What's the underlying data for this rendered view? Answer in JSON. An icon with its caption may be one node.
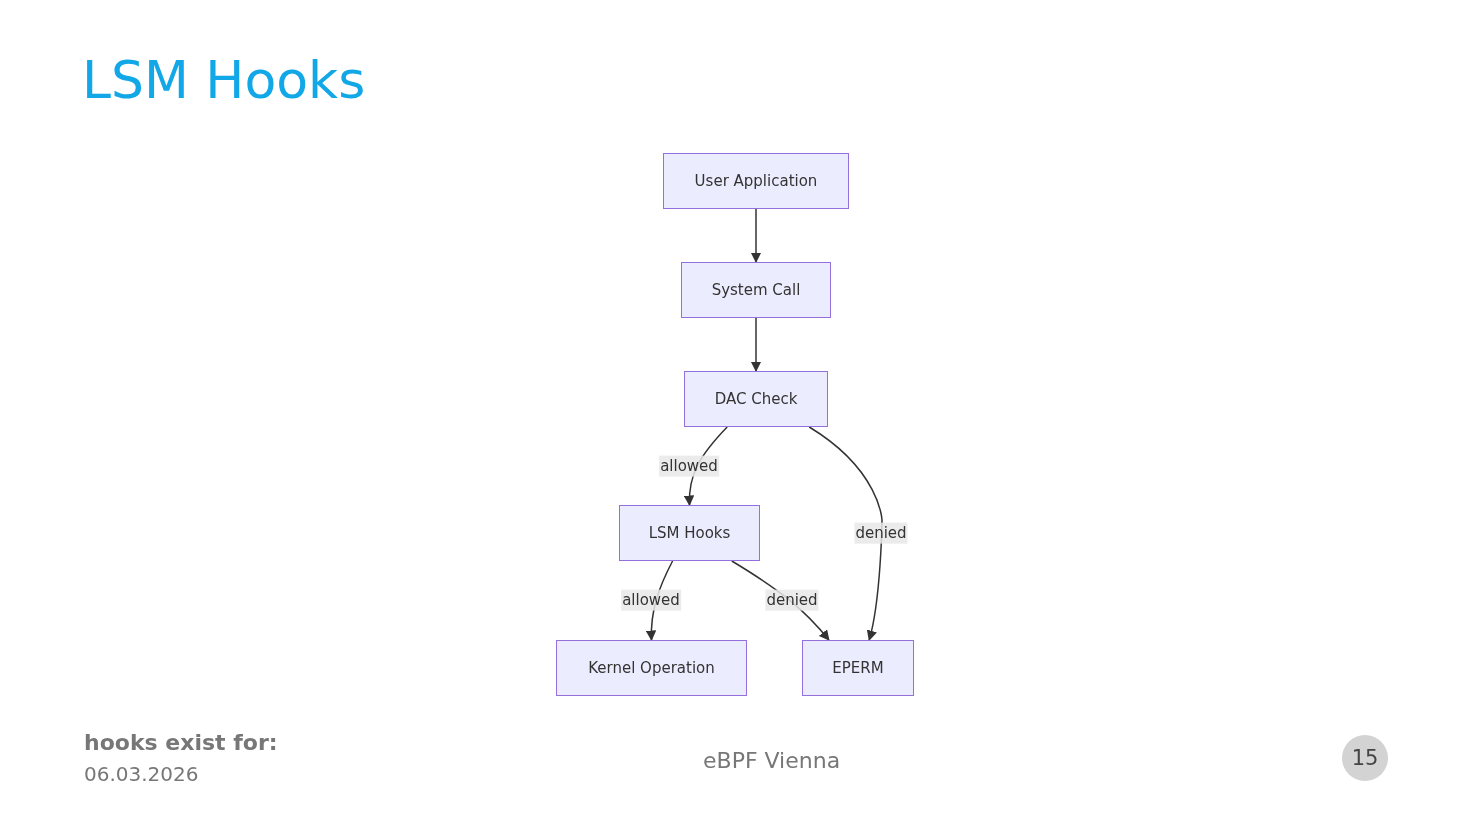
{
  "diagram": {
    "title": "LSM Hooks",
    "nodes": [
      {
        "text": [
          "User Application"
        ]
      },
      {
        "text": [
          "System Call"
        ]
      },
      {
        "text": [
          "DAC Check"
        ]
      },
      {
        "text": [
          "LSM Hooks"
        ]
      },
      {
        "text": [
          "Kernel Operation"
        ]
      },
      {
        "text": [
          "EPERM"
        ]
      }
    ],
    "edges": [
      {
        "from": 0,
        "to": 1,
        "arrow": "to"
      },
      {
        "from": 1,
        "to": 2,
        "arrow": "to"
      },
      {
        "from": 2,
        "to": 3,
        "arrow": "to",
        "label": "allowed"
      },
      {
        "from": 2,
        "to": 5,
        "arrow": "to",
        "label": "denied"
      },
      {
        "from": 3,
        "to": 4,
        "arrow": "to",
        "label": "allowed"
      },
      {
        "from": 3,
        "to": 5,
        "arrow": "to",
        "label": "denied"
      }
    ],
    "labels": [
      "hooks exist for:",
      "06.03.2026",
      "eBPF Vienna",
      "15"
    ]
  }
}
